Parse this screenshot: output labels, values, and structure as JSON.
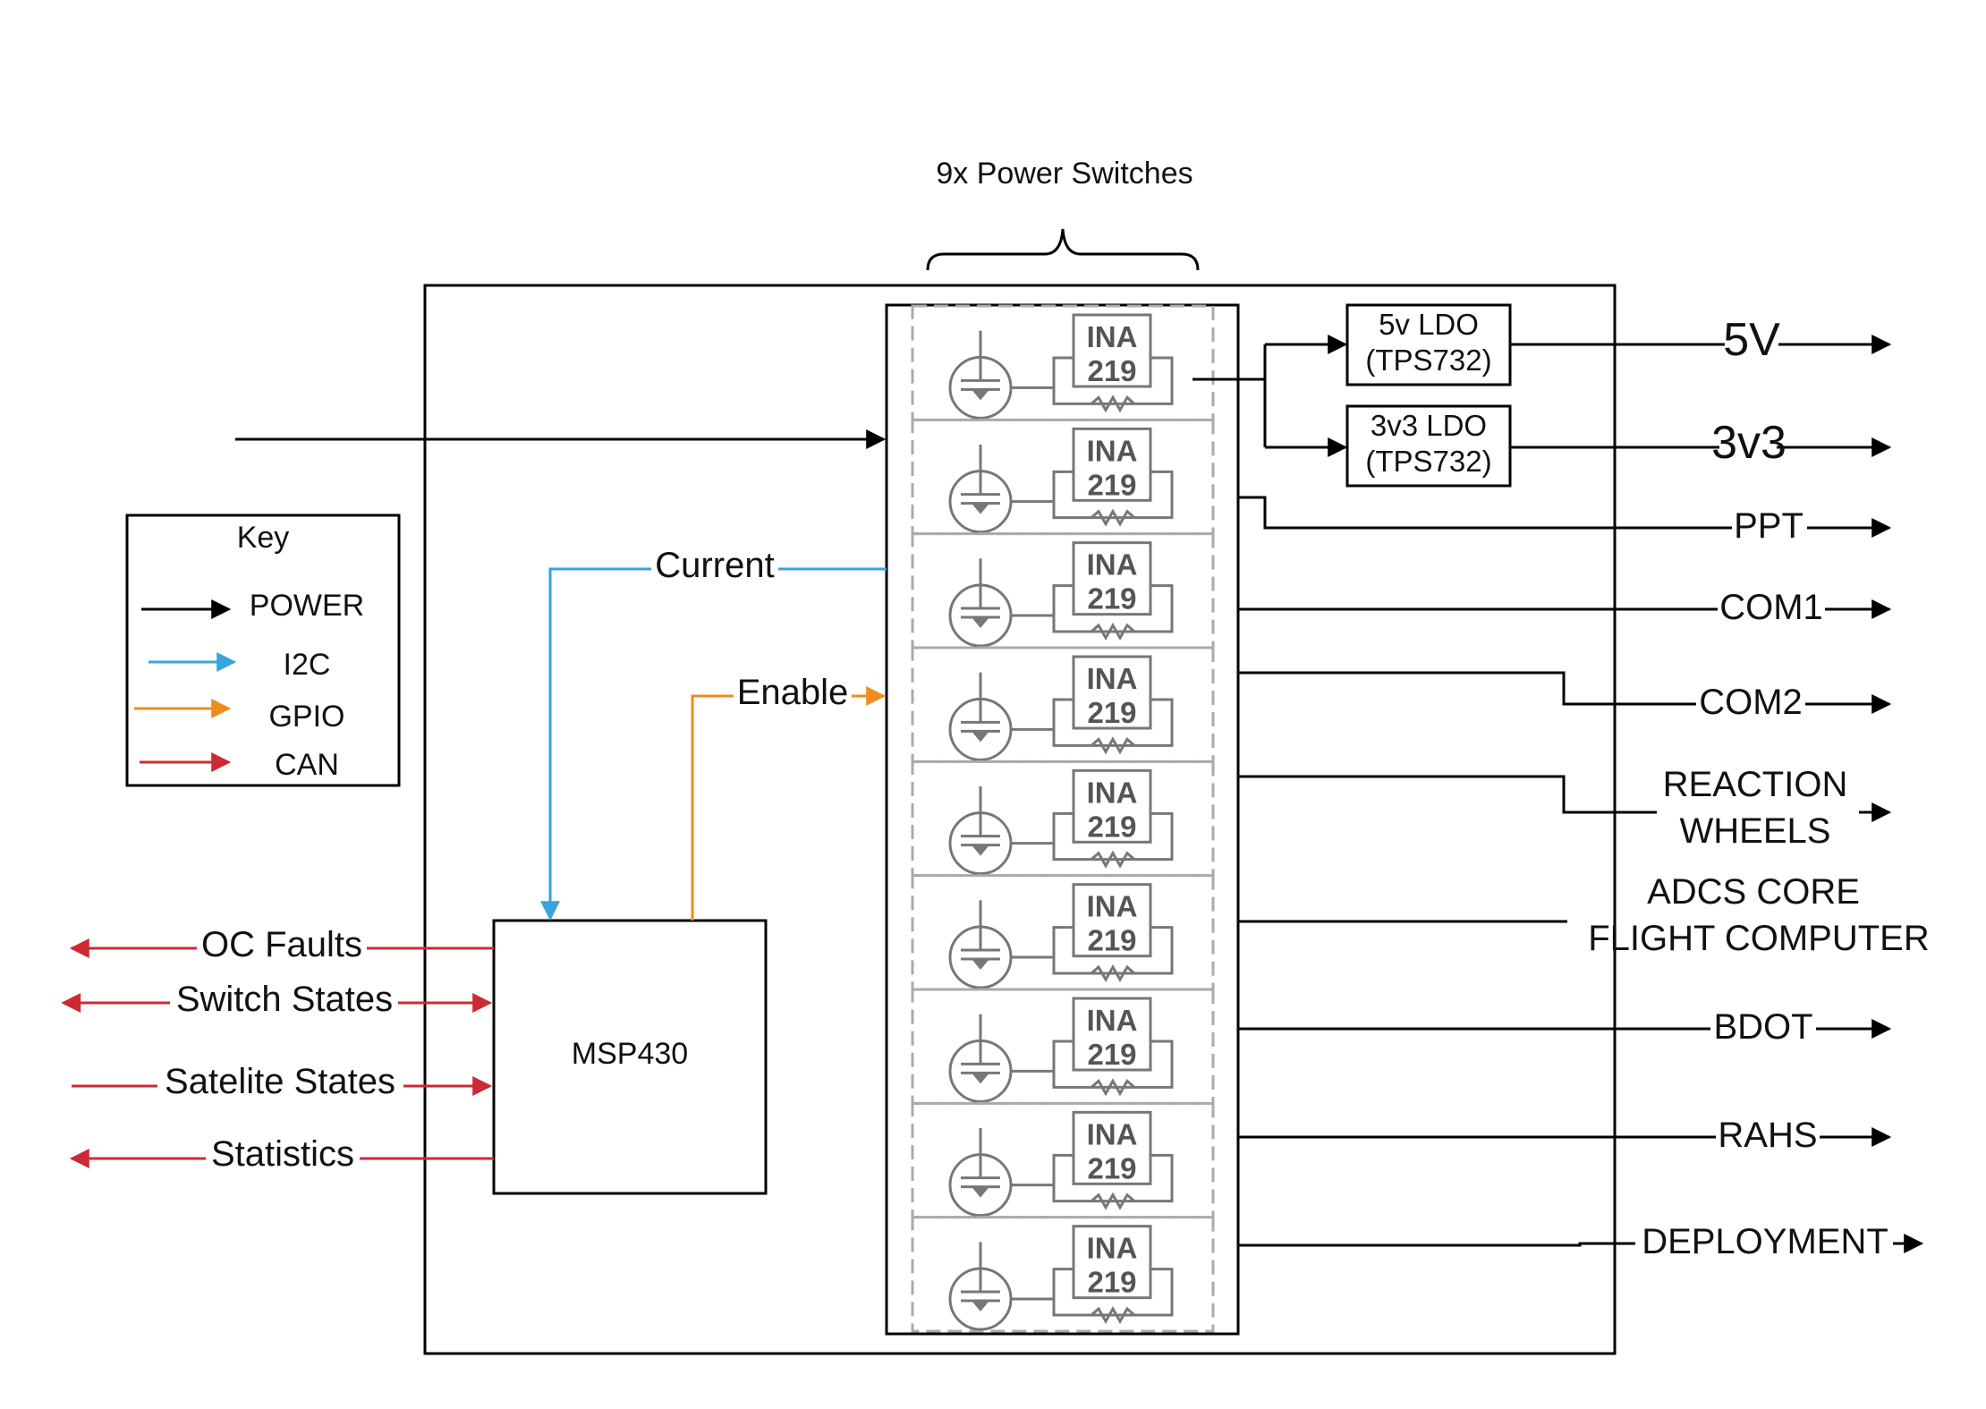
{
  "title": "9x Power Switches",
  "key": {
    "title": "Key",
    "items": [
      {
        "label": "POWER",
        "color": "#000000"
      },
      {
        "label": "I2C",
        "color": "#3aa3dc"
      },
      {
        "label": "GPIO",
        "color": "#f08c1e"
      },
      {
        "label": "CAN",
        "color": "#cc2b36"
      }
    ]
  },
  "mcu": {
    "label": "MSP430"
  },
  "signals": {
    "current": "Current",
    "enable": "Enable"
  },
  "ina_label": {
    "line1": "INA",
    "line2": "219"
  },
  "ldo": [
    {
      "line1": "5v LDO",
      "line2": "(TPS732)"
    },
    {
      "line1": "3v3 LDO",
      "line2": "(TPS732)"
    }
  ],
  "can_signals": [
    "OC Faults",
    "Switch States",
    "Satelite States",
    "Statistics"
  ],
  "outputs": [
    [
      "5V"
    ],
    [
      "3v3"
    ],
    [
      "PPT"
    ],
    [
      "COM1"
    ],
    [
      "COM2"
    ],
    [
      "REACTION",
      "WHEELS"
    ],
    [
      "ADCS CORE",
      "FLIGHT COMPUTER"
    ],
    [
      "BDOT"
    ],
    [
      "RAHS"
    ],
    [
      "DEPLOYMENT"
    ]
  ],
  "colors": {
    "power": "#000000",
    "i2c": "#3aa3dc",
    "gpio": "#f08c1e",
    "can": "#cc2b36",
    "switch": "#777777"
  }
}
